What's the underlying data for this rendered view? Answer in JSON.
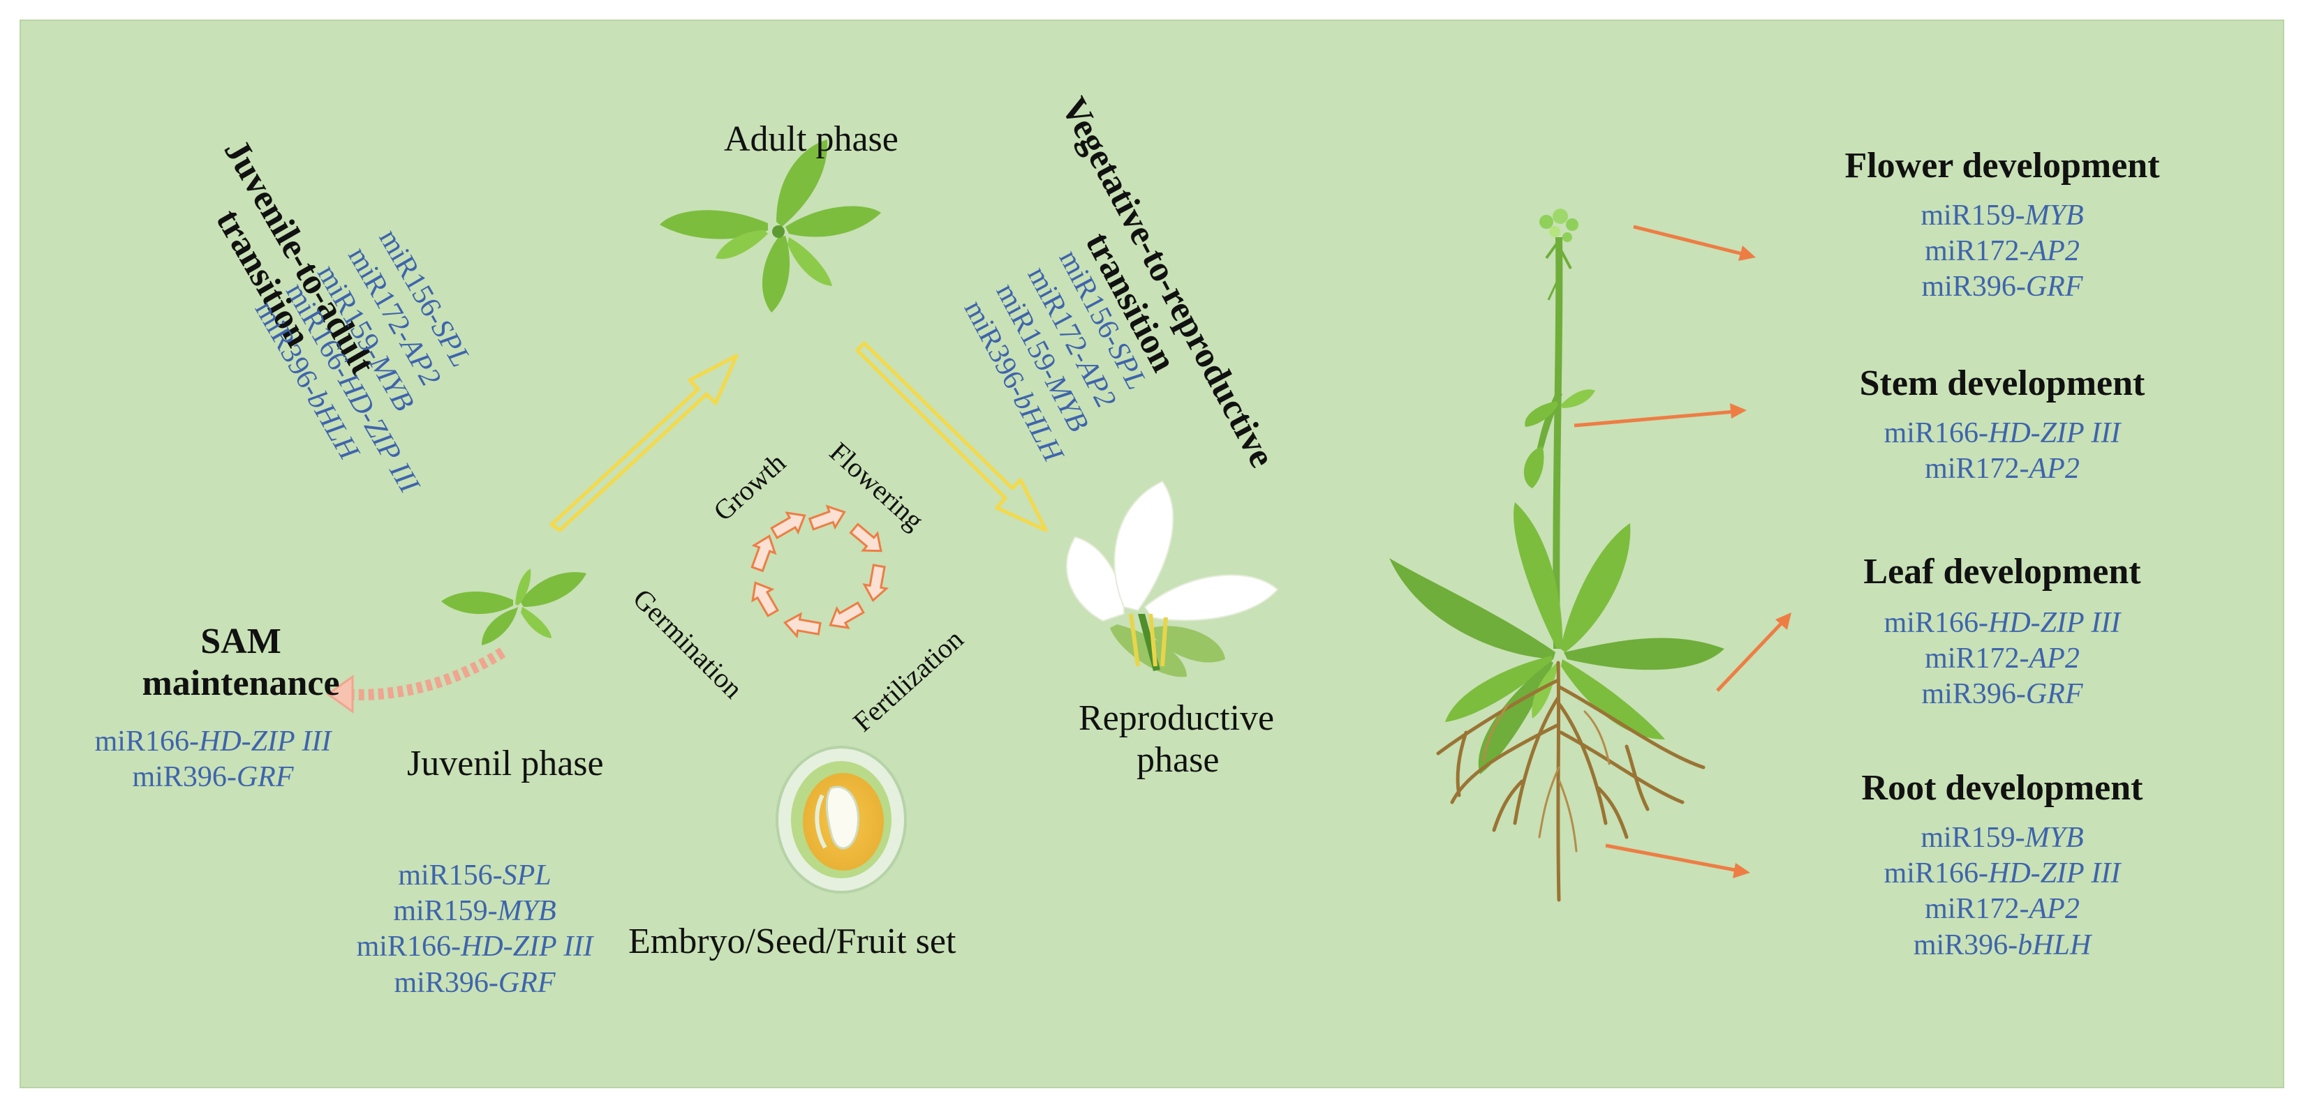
{
  "colors": {
    "background": "#c8e1b6",
    "mirna_text": "#3e64ad",
    "heading_text": "#111111",
    "leaf_green": "#7cbd3e",
    "dark_green": "#4e8f2c",
    "yellow_arrow": "#f4d94a",
    "orange_arrow": "#ee7d44",
    "root_brown": "#9a7434"
  },
  "phases": {
    "adult": "Adult phase",
    "juvenile": "Juvenil phase",
    "reproductive_line1": "Reproductive",
    "reproductive_line2": "phase",
    "embryo": "Embryo/Seed/Fruit set"
  },
  "cycle": {
    "growth": "Growth",
    "flowering": "Flowering",
    "germination": "Germination",
    "fertilization": "Fertilization"
  },
  "transitions": {
    "juvenile_to_adult": {
      "line1": "Juvenile-to-adult",
      "line2": "transition",
      "mirnas": [
        {
          "mir": "miR156-",
          "gene": "SPL"
        },
        {
          "mir": "miR172-",
          "gene": "AP2"
        },
        {
          "mir": "miR159-",
          "gene": "MYB"
        },
        {
          "mir": "miR166-",
          "gene": "HD-ZIP III"
        },
        {
          "mir": "miR396-",
          "gene": "bHLH"
        }
      ]
    },
    "vegetative_to_reproductive": {
      "line1": "Vegetative-to-reproductive",
      "line2": "transition",
      "mirnas": [
        {
          "mir": "miR156-",
          "gene": "SPL"
        },
        {
          "mir": "miR172-",
          "gene": "AP2"
        },
        {
          "mir": "miR159-",
          "gene": "MYB"
        },
        {
          "mir": "miR396-",
          "gene": "bHLH"
        }
      ]
    }
  },
  "sam": {
    "line1": "SAM",
    "line2": "maintenance",
    "mirnas": [
      {
        "mir": "miR166-",
        "gene": "HD-ZIP III"
      },
      {
        "mir": "miR396-",
        "gene": "GRF"
      }
    ]
  },
  "juvenile_mirnas": [
    {
      "mir": "miR156-",
      "gene": "SPL"
    },
    {
      "mir": "miR159-",
      "gene": "MYB"
    },
    {
      "mir": "miR166-",
      "gene": "HD-ZIP III"
    },
    {
      "mir": "miR396-",
      "gene": "GRF"
    }
  ],
  "organs": {
    "flower": {
      "title": "Flower development",
      "mirnas": [
        {
          "mir": "miR159-",
          "gene": "MYB"
        },
        {
          "mir": "miR172-",
          "gene": "AP2"
        },
        {
          "mir": "miR396-",
          "gene": "GRF"
        }
      ]
    },
    "stem": {
      "title": "Stem development",
      "mirnas": [
        {
          "mir": "miR166-",
          "gene": "HD-ZIP III"
        },
        {
          "mir": "miR172-",
          "gene": "AP2"
        }
      ]
    },
    "leaf": {
      "title": "Leaf development",
      "mirnas": [
        {
          "mir": "miR166-",
          "gene": "HD-ZIP III"
        },
        {
          "mir": "miR172-",
          "gene": "AP2"
        },
        {
          "mir": "miR396-",
          "gene": "GRF"
        }
      ]
    },
    "root": {
      "title": "Root development",
      "mirnas": [
        {
          "mir": "miR159-",
          "gene": "MYB"
        },
        {
          "mir": "miR166-",
          "gene": "HD-ZIP III"
        },
        {
          "mir": "miR172-",
          "gene": "AP2"
        },
        {
          "mir": "miR396-",
          "gene": "bHLH"
        }
      ]
    }
  }
}
